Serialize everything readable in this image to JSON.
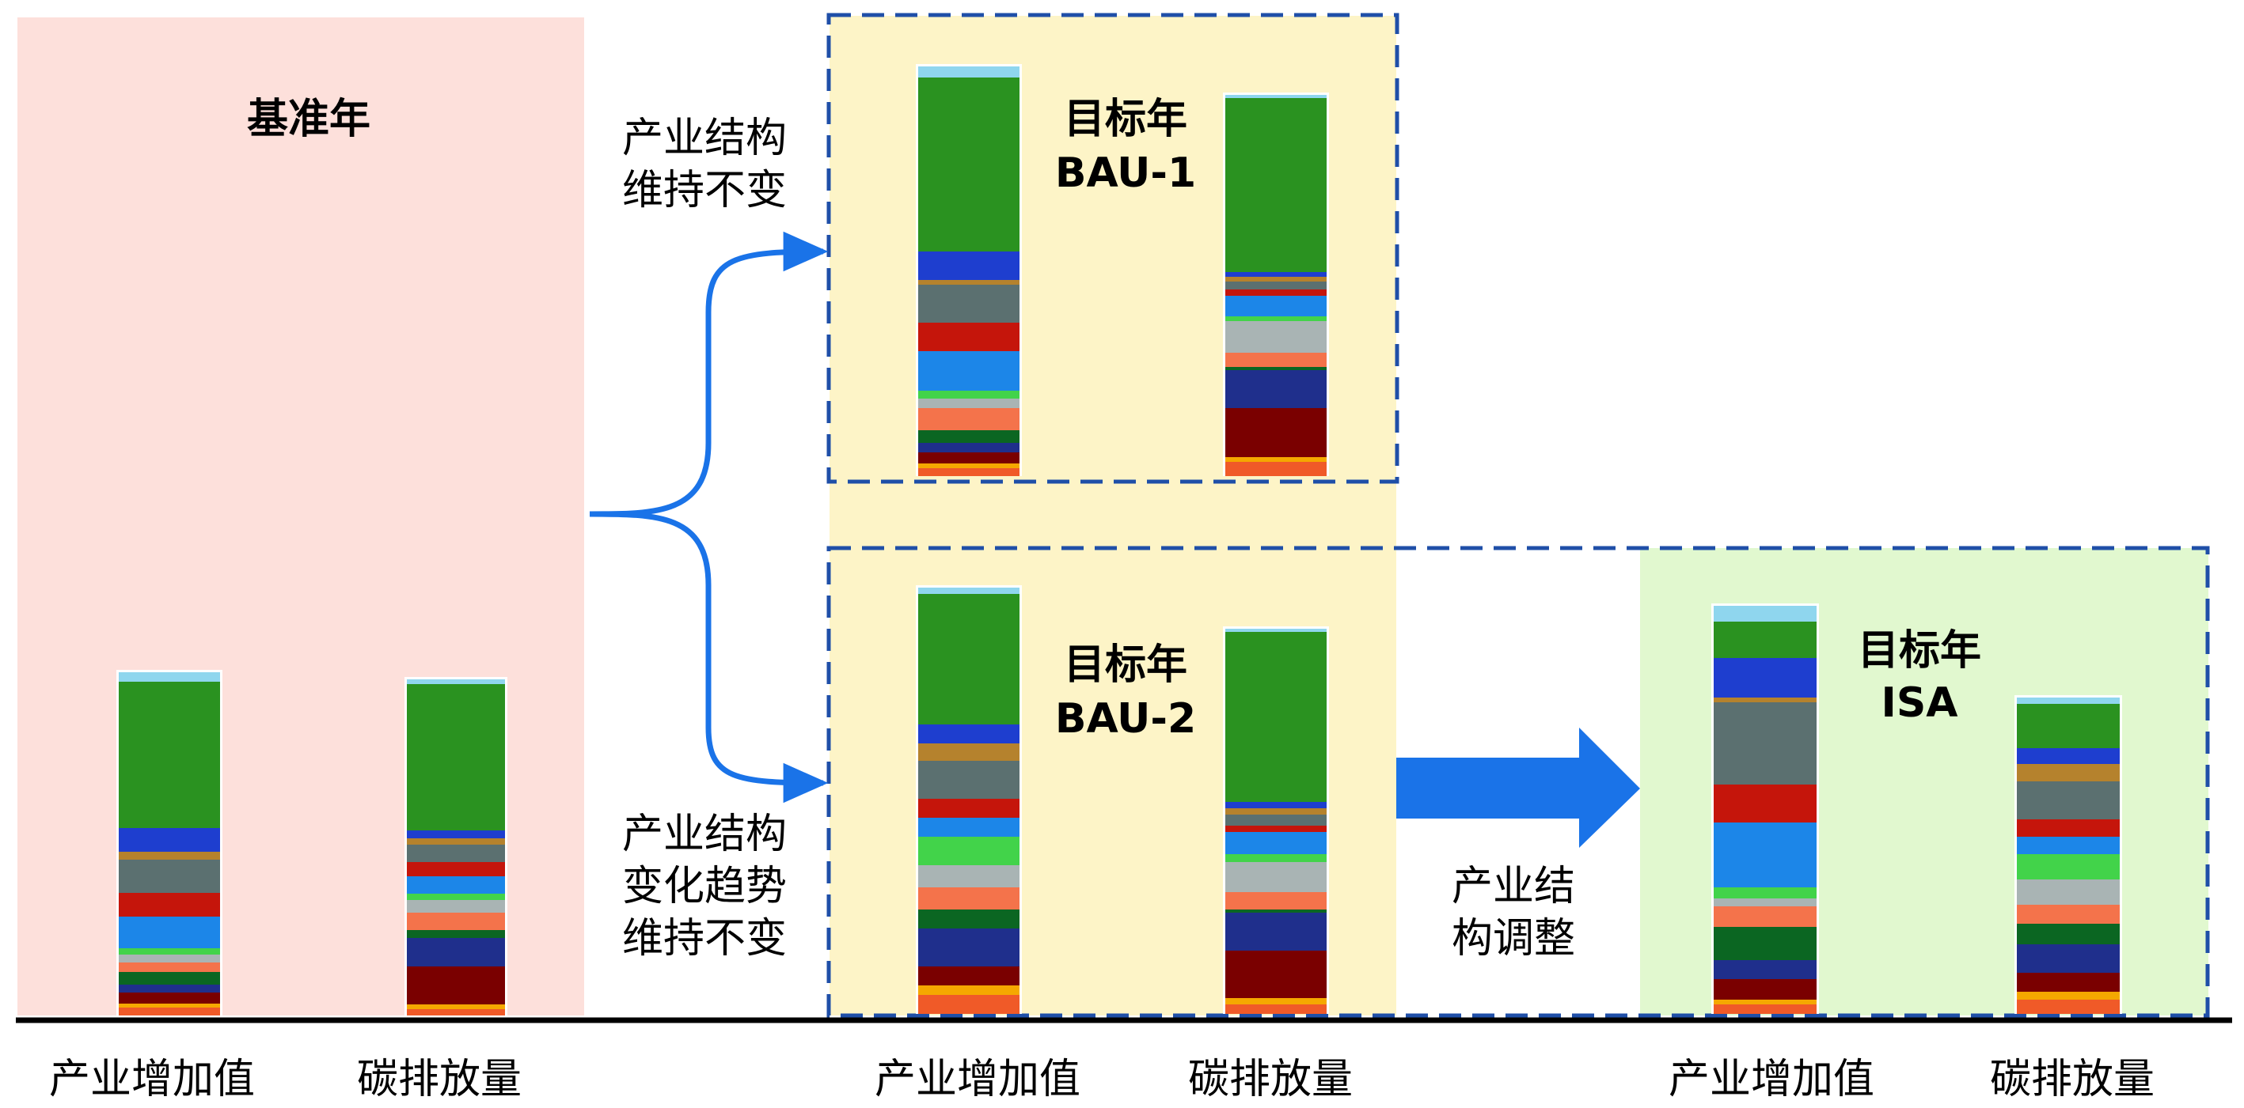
{
  "panels": {
    "base": {
      "title": "基准年"
    },
    "bau1": {
      "title_line1": "目标年",
      "title_line2": "BAU-1"
    },
    "bau2": {
      "title_line1": "目标年",
      "title_line2": "BAU-2"
    },
    "isa": {
      "title_line1": "目标年",
      "title_line2": "ISA"
    }
  },
  "annotations": {
    "keep_structure": [
      "产业结构",
      "维持不变"
    ],
    "keep_trend": [
      "产业结构",
      "变化趋势",
      "维持不变"
    ],
    "adjust_structure": [
      "产业结",
      "构调整"
    ]
  },
  "axis_labels": {
    "value_added": "产业增加值",
    "emissions": "碳排放量"
  },
  "colors": {
    "base_panel_bg": "#fde0db",
    "bau_panel_bg": "#fdf4c7",
    "isa_panel_bg": "#e1f8cf",
    "arrow": "#1a73e8",
    "dash_border": "#1f4fa8",
    "baseline": "#000000"
  },
  "sector_palette": [
    "#f05a28",
    "#f5a800",
    "#7a0000",
    "#1f2f8c",
    "#0b6622",
    "#f4734b",
    "#a9b4b4",
    "#42d34a",
    "#1c86e8",
    "#c5150b",
    "#5b7070",
    "#b5822d",
    "#1e3ecf",
    "#2a9220",
    "#8fd6ee"
  ]
}
